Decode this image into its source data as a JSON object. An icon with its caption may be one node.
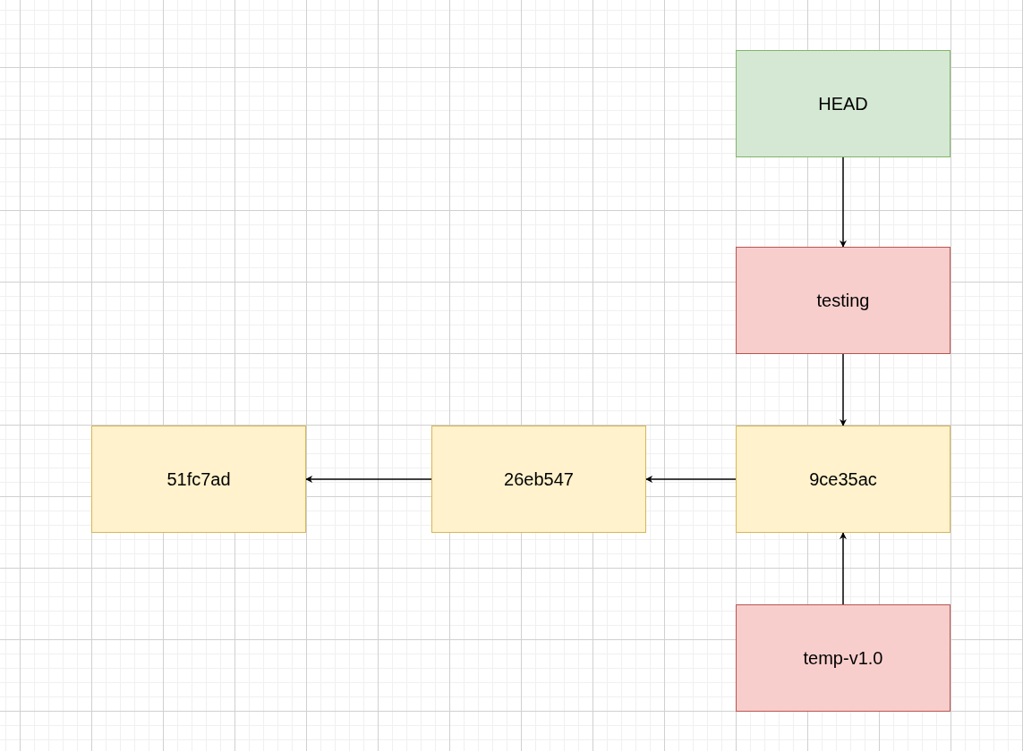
{
  "diagram": {
    "nodes": [
      {
        "text": [
          "HEAD"
        ]
      },
      {
        "text": [
          "testing"
        ]
      },
      {
        "text": [
          "51fc7ad"
        ]
      },
      {
        "text": [
          "26eb547"
        ]
      },
      {
        "text": [
          "9ce35ac"
        ]
      },
      {
        "text": [
          "temp-v1.0"
        ]
      }
    ],
    "edges": [
      {
        "from": 0,
        "to": 1,
        "arrow": "to"
      },
      {
        "from": 1,
        "to": 4,
        "arrow": "to"
      },
      {
        "from": 4,
        "to": 3,
        "arrow": "to"
      },
      {
        "from": 3,
        "to": 2,
        "arrow": "to"
      },
      {
        "from": 5,
        "to": 4,
        "arrow": "to"
      }
    ]
  }
}
